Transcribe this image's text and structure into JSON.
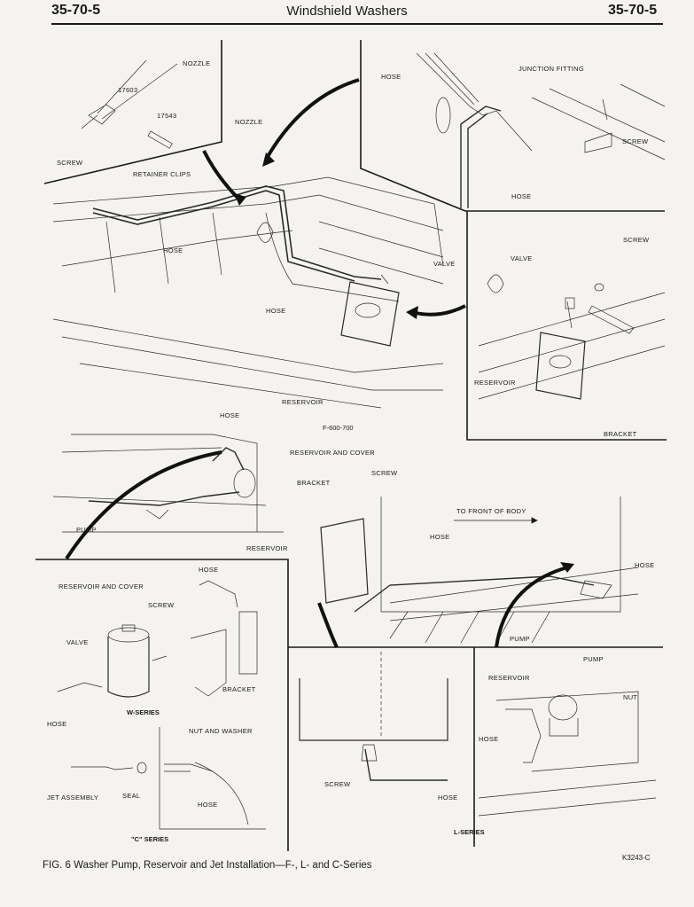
{
  "header": {
    "page_left": "35-70-5",
    "title": "Windshield Washers",
    "page_right": "35-70-5"
  },
  "figure_id": "F-600-700",
  "labels": {
    "nozzle_top": "NOZZLE",
    "part_17603": "17603",
    "part_17543": "17543",
    "screw_tl": "SCREW",
    "nozzle_mid": "NOZZLE",
    "retainer_clips": "RETAINER CLIPS",
    "hose_f_left": "HOSE",
    "hose_f_mid": "HOSE",
    "valve_f": "VALVE",
    "reservoir_f": "RESERVOIR",
    "hose_tr": "HOSE",
    "junction_fitting": "JUNCTION FITTING",
    "screw_tr": "SCREW",
    "hose_tr_low": "HOSE",
    "screw_r": "SCREW",
    "valve_r": "VALVE",
    "reservoir_r": "RESERVOIR",
    "bracket_r": "BRACKET",
    "hose_mid_top": "HOSE",
    "reservoir_and_cover_mid": "RESERVOIR AND COVER",
    "bracket_mid": "BRACKET",
    "pump_mid": "PUMP",
    "screw_mid": "SCREW",
    "to_front_of_body": "TO FRONT OF BODY",
    "reservoir_mid": "RESERVOIR",
    "hose_l_center": "HOSE",
    "hose_l_right": "HOSE",
    "pump_l": "PUMP",
    "reservoir_and_cover_w": "RESERVOIR AND COVER",
    "hose_w_top": "HOSE",
    "screw_w": "SCREW",
    "valve_w": "VALVE",
    "bracket_w": "BRACKET",
    "hose_w_left": "HOSE",
    "nut_and_washer": "NUT AND WASHER",
    "jet_assembly": "JET ASSEMBLY",
    "seal": "SEAL",
    "hose_c": "HOSE",
    "screw_bc": "SCREW",
    "hose_bc": "HOSE",
    "pump_br": "PUMP",
    "reservoir_br": "RESERVOIR",
    "nut_br": "NUT",
    "hose_br": "HOSE"
  },
  "series": {
    "w": "W-SERIES",
    "c": "\"C\" SERIES",
    "l": "L-SERIES"
  },
  "caption": "FIG. 6 Washer Pump, Reservoir and Jet Installation—F-, L- and C-Series",
  "code": "K3243-C"
}
